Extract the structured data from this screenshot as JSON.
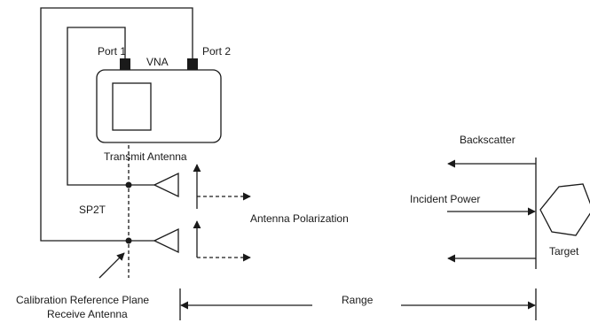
{
  "labels": {
    "port1": "Port 1",
    "port2": "Port 2",
    "vna": "VNA",
    "transmit_antenna": "Transmit Antenna",
    "sp2t": "SP2T",
    "antenna_polarization": "Antenna Polarization",
    "backscatter": "Backscatter",
    "incident_power": "Incident Power",
    "target": "Target",
    "calibration_reference_plane": "Calibration Reference Plane",
    "receive_antenna": "Receive Antenna",
    "range": "Range"
  },
  "colors": {
    "line": "#1a1a1a",
    "background": "#ffffff"
  }
}
